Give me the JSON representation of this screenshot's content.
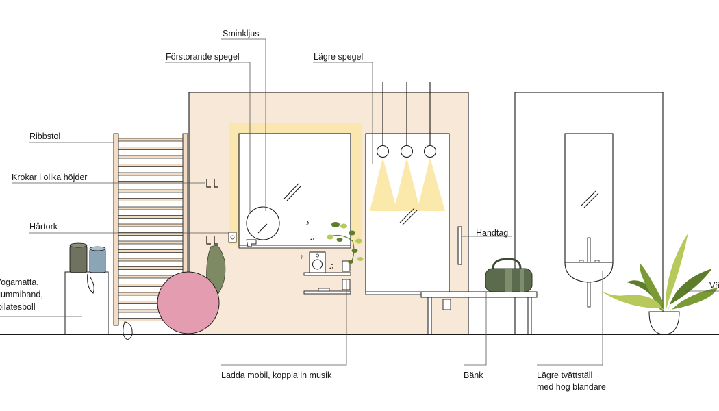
{
  "labels": {
    "sminkljus": "Sminkljus",
    "forstorande_spegel": "Förstorande spegel",
    "lagre_spegel": "Lägre spegel",
    "ribbstol": "Ribbstol",
    "krokar": "Krokar i olika höjder",
    "hartork": "Hårtork",
    "yogamatta": "Yogamatta,",
    "gummiband": "gummiband,",
    "pilatesboll": "pilatesboll",
    "handtag": "Handtag",
    "ladda_mobil": "Ladda mobil, koppla in musik",
    "bank": "Bänk",
    "lagre_tvattstall_1": "Lägre tvättställ",
    "lagre_tvattstall_2": "med hög blandare",
    "vagg": "Vä"
  },
  "colors": {
    "wall_wood": "#f8e8d8",
    "light_glow": "#fbe7a3",
    "ball_pink": "#e49cb0",
    "towel_green": "#7d8a63",
    "bag_green": "#5b6b4e",
    "mat_blue": "#8ba4b6",
    "mat_olive": "#6f725f",
    "plant_green": "#5d7d2b",
    "plant_light": "#b6c95a",
    "line_color": "#1a1a1a"
  }
}
